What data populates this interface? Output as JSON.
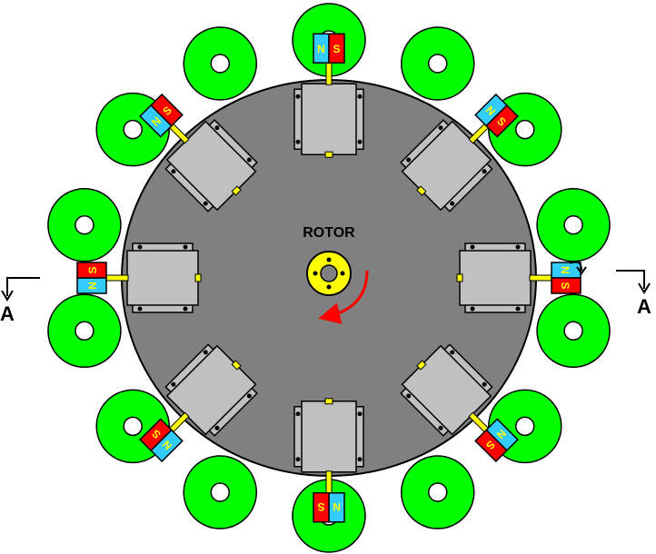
{
  "labels": {
    "rotor": "ROTOR",
    "section_left": "A",
    "section_right": "A",
    "north": "N",
    "south": "S"
  },
  "colors": {
    "background": "#ffffff",
    "rotor_disc": "#808080",
    "stator_disc": "#00ff00",
    "hub": "#ffff00",
    "magnet_north": "#33ccff",
    "magnet_south": "#ff0000",
    "mount_block": "#c0c0c0",
    "arrow": "#ff0000",
    "outline": "#000000"
  },
  "icons": {
    "stator_disc": "green-stator-disc",
    "magnet": "bar-magnet-icon",
    "mount": "magnet-mount-block",
    "rotation": "rotation-arrow-icon",
    "hub": "rotor-hub"
  },
  "counts": {
    "stator_discs": 14,
    "rotor_mounts": 8
  }
}
